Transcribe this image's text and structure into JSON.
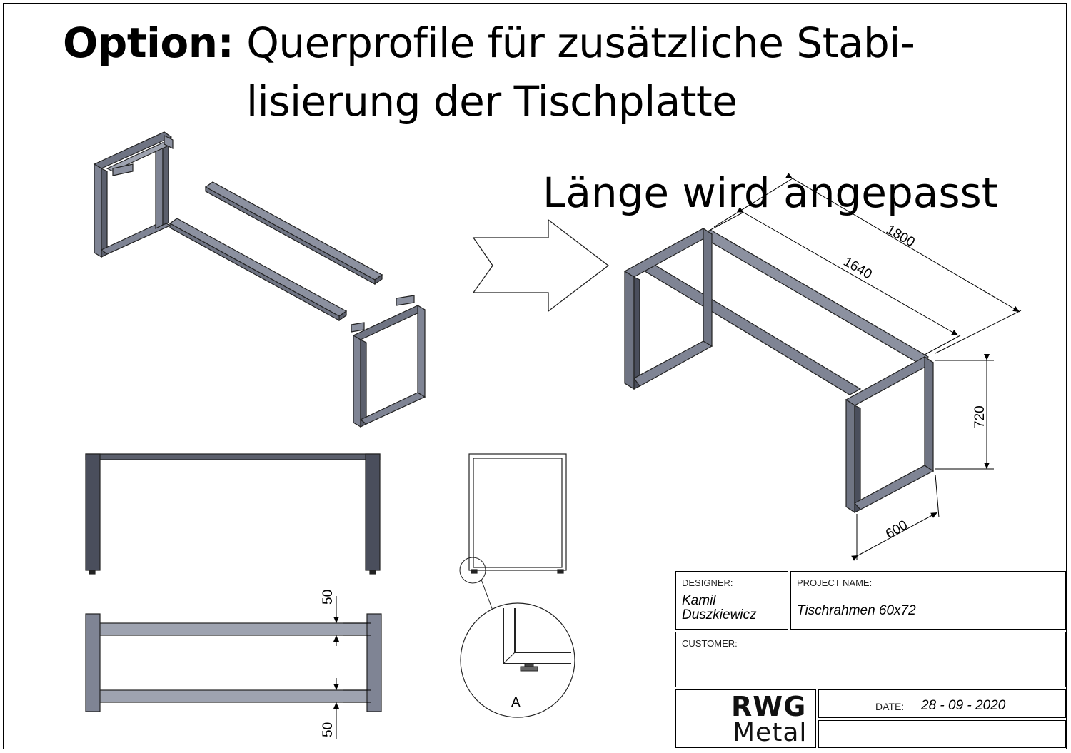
{
  "header": {
    "title_bold": "Option:",
    "title_rest_line1": "Querprofile für zusätzliche Stabi-",
    "title_line2": "lisierung der Tischplatte"
  },
  "note": "Länge wird angepasst",
  "dimensions": {
    "overall_length": "1800",
    "inner_length": "1640",
    "height": "720",
    "depth": "600",
    "profile_top": "50",
    "profile_bottom": "50"
  },
  "detail_label": "A",
  "title_block": {
    "designer_label": "DESIGNER:",
    "designer_name_line1": "Kamil",
    "designer_name_line2": "Duszkiewicz",
    "project_label": "PROJECT NAME:",
    "project_name": "Tischrahmen 60x72",
    "customer_label": "CUSTOMER:",
    "date_label": "DATE:",
    "date_value": "28 - 09 - 2020",
    "logo_line1": "RWG",
    "logo_line2": "Metal"
  },
  "colors": {
    "steel": "#7f8494",
    "steel_dark": "#4a4e5c",
    "line": "#000000"
  }
}
